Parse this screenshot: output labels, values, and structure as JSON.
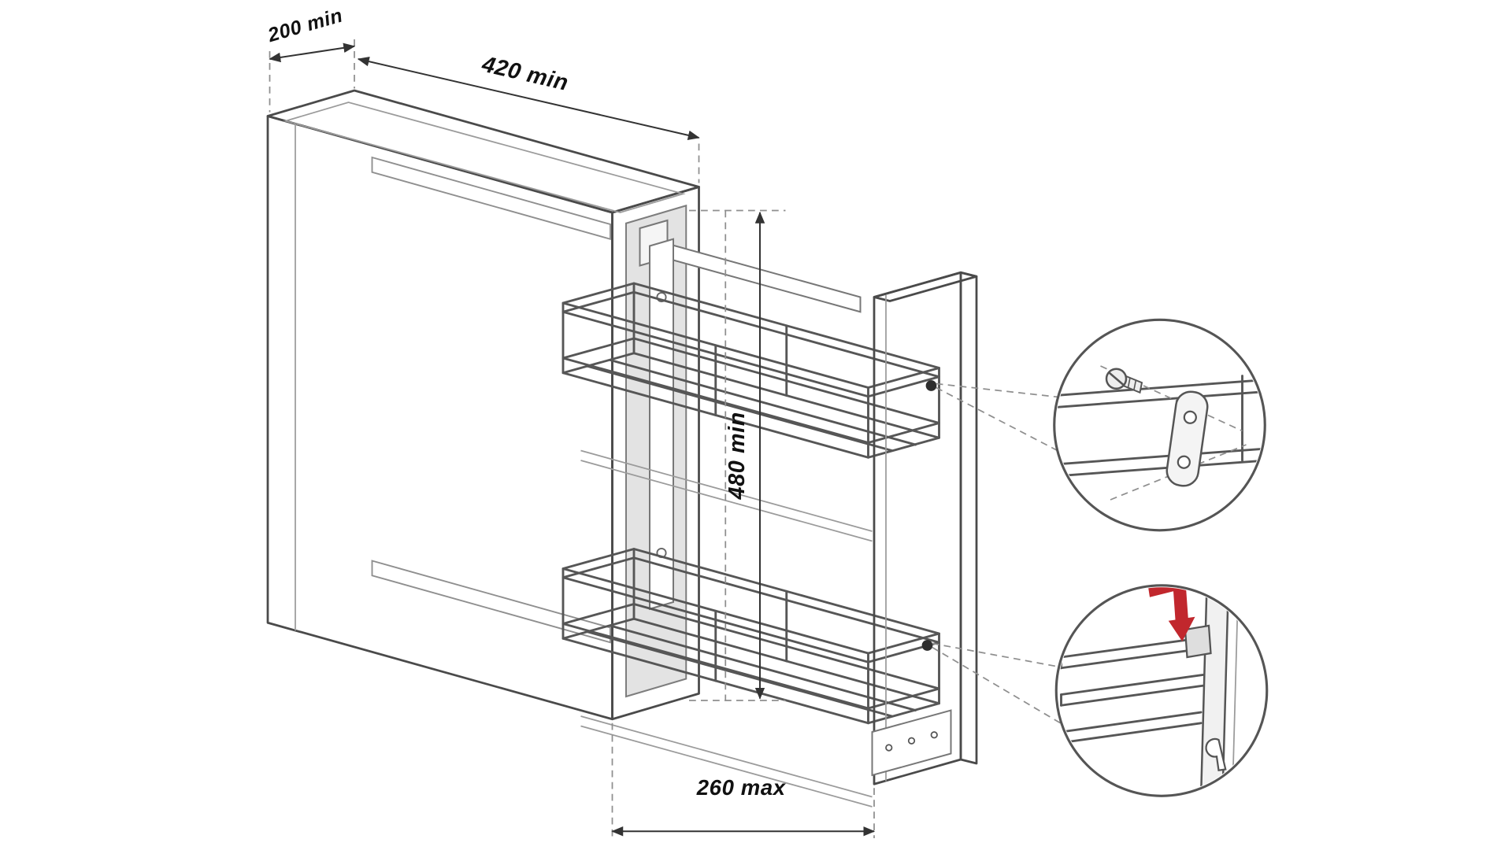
{
  "diagram": {
    "subject": "pull-out-basket-cabinet-installation-drawing",
    "dimensions": {
      "width_label": "200 min",
      "depth_label": "420 min",
      "height_label": "480 min",
      "extension_label": "260 max"
    },
    "colors": {
      "background": "#ffffff",
      "line_dark": "#4a4a4a",
      "line_light": "#9b9b9b",
      "fill_panel": "#f1f1f1",
      "accent_red": "#c1272d",
      "text": "#111111"
    },
    "icons": {
      "insert_arrow": "red-insert-direction-arrow"
    }
  }
}
